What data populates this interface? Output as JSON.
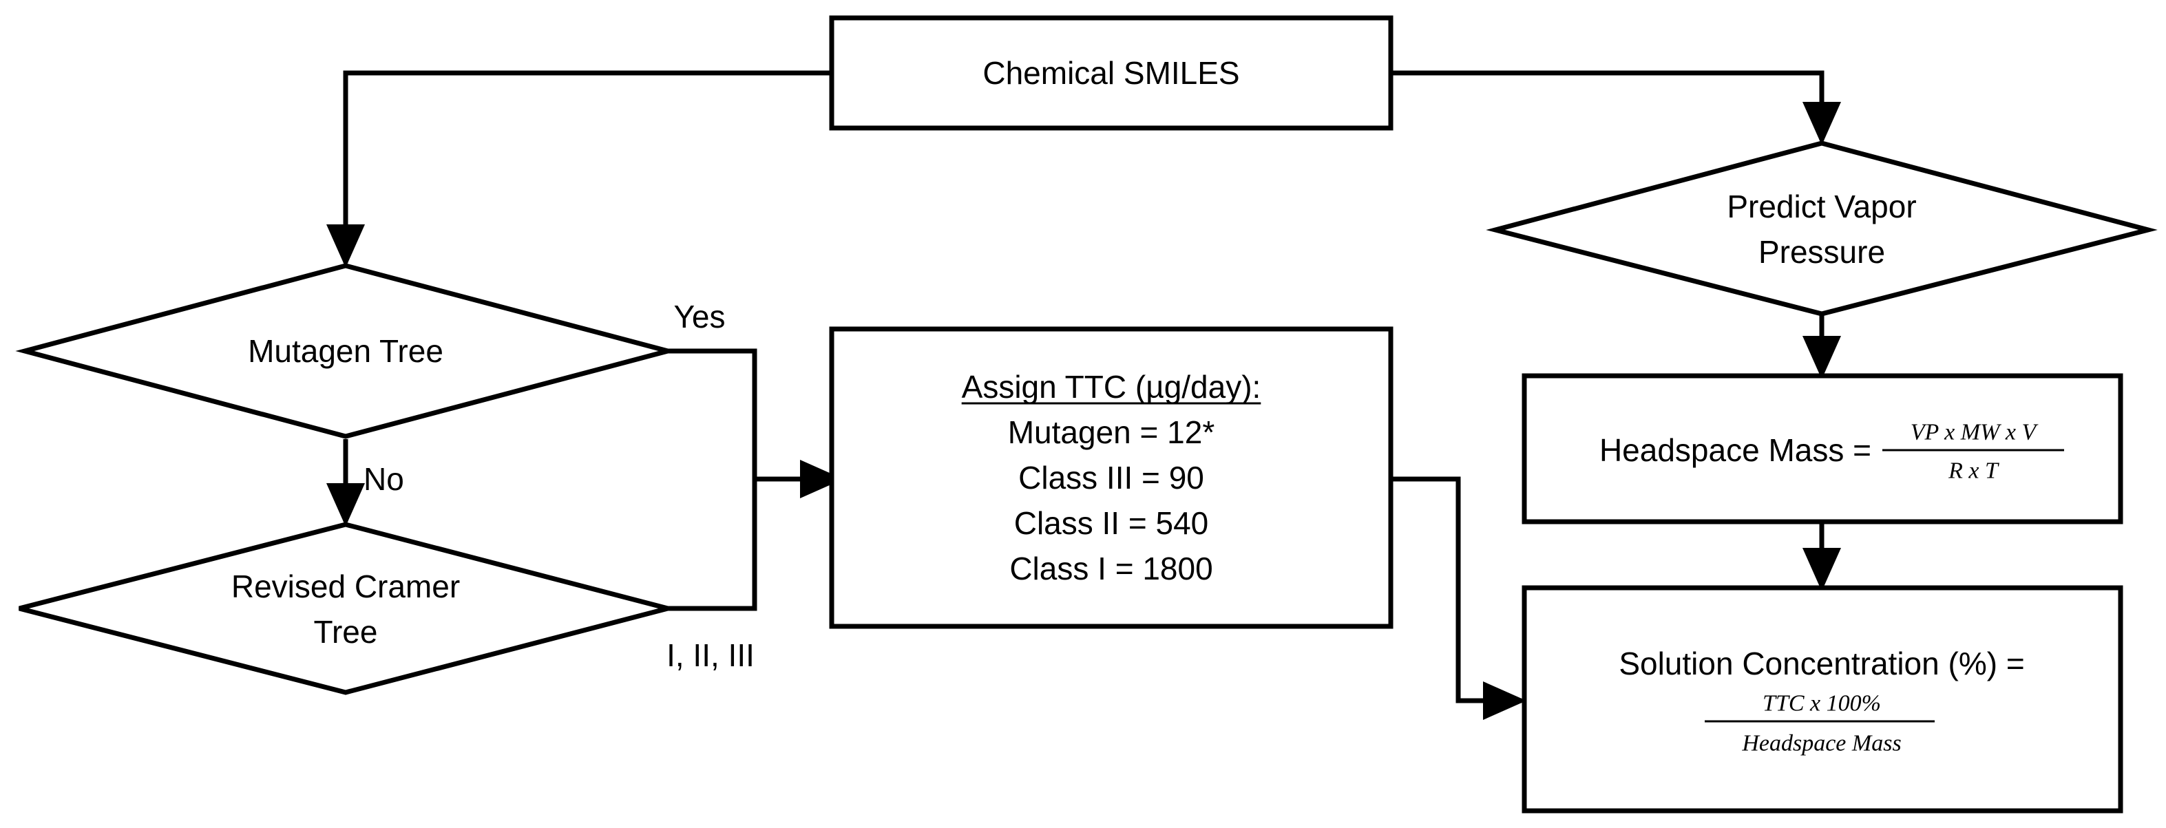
{
  "nodes": {
    "smiles": {
      "text": "Chemical SMILES"
    },
    "mutagen_tree": {
      "text": "Mutagen Tree"
    },
    "cramer_tree": {
      "line1": "Revised Cramer",
      "line2": "Tree"
    },
    "ttc": {
      "title": "Assign TTC (µg/day):",
      "lines": [
        "Mutagen = 12*",
        "Class III = 90",
        "Class II = 540",
        "Class I = 1800"
      ]
    },
    "vapor": {
      "line1": "Predict Vapor",
      "line2": "Pressure"
    },
    "headspace": {
      "label": "Headspace Mass =",
      "numerator": "VP x MW x V",
      "denominator": "R x T"
    },
    "solution": {
      "label": "Solution Concentration (%) =",
      "numerator": "TTC x 100%",
      "denominator": "Headspace Mass"
    }
  },
  "edges": {
    "yes": "Yes",
    "no": "No",
    "classes": "I, II, III"
  },
  "colors": {
    "stroke": "#000000",
    "background": "#ffffff"
  }
}
